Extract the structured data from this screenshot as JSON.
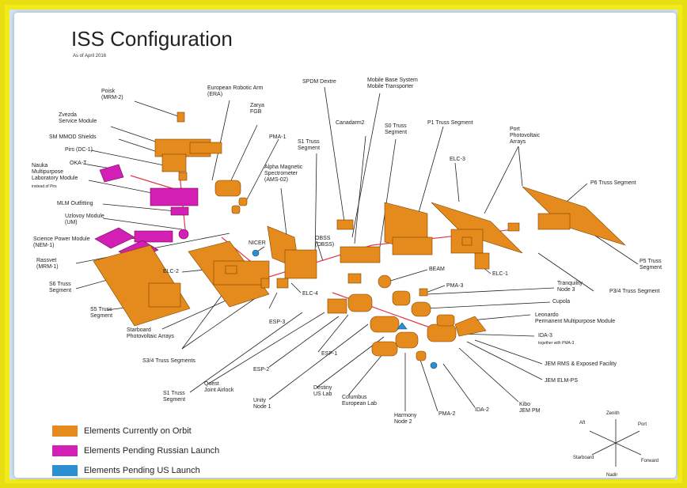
{
  "title": "ISS Configuration",
  "subtitle": "As of April 2016",
  "colors": {
    "orbit": "#e58a1c",
    "russian": "#d31fb3",
    "us": "#2b8fd1",
    "frame": "#f3ea1c",
    "truss_line": "#e13a4a"
  },
  "labels": {
    "poisk": "Poisk\n(MRM-2)",
    "era": "European Robotic Arm\n(ERA)",
    "zvezda": "Zvezda\nService Module",
    "mmod": "SM MMOD Shields",
    "pirs": "Pirs (DC-1)",
    "okat": "OKA-T",
    "nauka": "Nauka\nMultipurpose\nLaboratory Module",
    "nauka_note": "instead of Pirs",
    "mlm": "MLM Outfitting",
    "uzlovoy": "Uzlovoy Module\n(UM)",
    "spm": "Science Power Module\n(NEM-1)",
    "rassvet": "Rassvet\n(MRM-1)",
    "zarya": "Zarya\nFGB",
    "pma1": "PMA-1",
    "spdm": "SPDM Dextre",
    "mbs": "Mobile Base System\nMobile Transporter",
    "canadarm2": "Canadarm2",
    "s0": "S0 Truss\nSegment",
    "s1": "S1 Truss\nSegment",
    "ams": "Alpha Magnetic\nSpectrometer\n(AMS-02)",
    "p1": "P1 Truss Segment",
    "port_pv": "Port\nPhotovoltaic\nArrays",
    "elc3": "ELC-3",
    "p6": "P6 Truss Segment",
    "nicer": "NICER",
    "obss": "OBSS\n(OBSS)",
    "elc2": "ELC-2",
    "s6": "S6 Truss\nSegment",
    "s5": "S5 Truss\nSegment",
    "elc4": "ELC-4",
    "esp3": "ESP-3",
    "beam": "BEAM",
    "pma3": "PMA-3",
    "tranquility": "Tranquility\nNode 3",
    "cupola": "Cupola",
    "p5": "P5 Truss\nSegment",
    "p34": "P3/4 Truss Segment",
    "elc1": "ELC-1",
    "leonardo": "Leonardo\nPermanent Multipurpose Module",
    "ida3": "IDA-3",
    "ida3_note": "together with PMA-3",
    "jem_rms": "JEM RMS & Exposed Facility",
    "jem_elm": "JEM ELM-PS",
    "sb_pv": "Starboard\nPhotovoltaic Arrays",
    "s34": "S3/4 Truss Segments",
    "s1_bottom": "S1 Truss\nSegment",
    "quest": "Quest\nJoint Airlock",
    "esp2": "ESP-2",
    "esp1": "ESP-1",
    "unity": "Unity\nNode 1",
    "destiny": "Destiny\nUS Lab",
    "columbus": "Columbus\nEuropean Lab",
    "harmony": "Harmony\nNode 2",
    "pma2": "PMA-2",
    "ida2": "IDA-2",
    "kibo": "Kibo\nJEM PM"
  },
  "legend": [
    {
      "label": "Elements Currently on Orbit",
      "color": "#e58a1c"
    },
    {
      "label": "Elements Pending Russian Launch",
      "color": "#d31fb3"
    },
    {
      "label": "Elements Pending US Launch",
      "color": "#2b8fd1"
    }
  ],
  "directions": {
    "zenith": "Zenith",
    "aft": "Aft",
    "port": "Port",
    "starboard": "Starboard",
    "forward": "Forward",
    "nadir": "Nadir"
  }
}
